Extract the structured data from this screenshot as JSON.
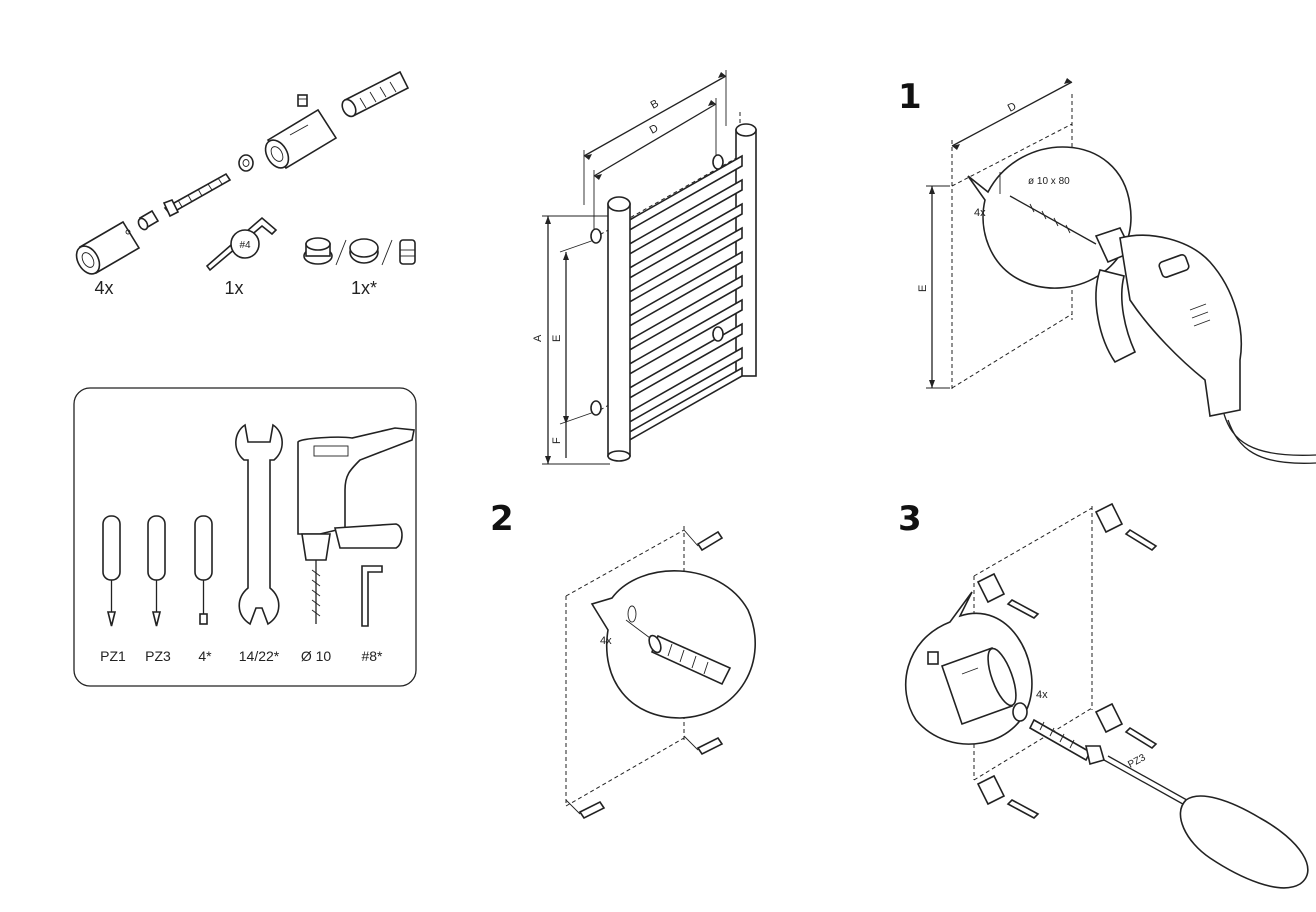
{
  "parts": {
    "qty_brackets": "4x",
    "qty_key": "1x",
    "qty_valves": "1x*",
    "key_badge": "#4"
  },
  "tools": {
    "items": [
      "PZ1",
      "PZ3",
      "4*",
      "14/22*",
      "Ø 10",
      "#8*"
    ]
  },
  "dimensions": {
    "a": "A",
    "b": "B",
    "d": "D",
    "e": "E",
    "f": "F"
  },
  "steps": {
    "step1": {
      "number": "1",
      "drill_size": "ø 10 x 80",
      "qty": "4x",
      "dim_d": "D",
      "dim_e": "E"
    },
    "step2": {
      "number": "2",
      "qty": "4x"
    },
    "step3": {
      "number": "3",
      "qty": "4x",
      "screwdriver": "PZ3"
    }
  }
}
